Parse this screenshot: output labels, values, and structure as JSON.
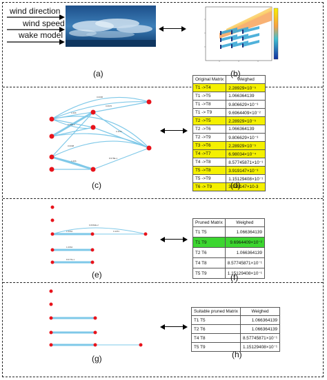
{
  "inputs": {
    "wind_direction": "wind direction",
    "wind_speed": "wind speed",
    "wake_model": "wake model"
  },
  "panel_labels": {
    "a": "(a)",
    "b": "(b)",
    "c": "(c)",
    "d": "(d)",
    "e": "(e)",
    "f": "(f)",
    "g": "(g)",
    "h": "(h)"
  },
  "colors": {
    "highlight_yellow": "#f4f000",
    "highlight_green": "#3cd630",
    "node_red": "#e8131b",
    "edge_blue": "#7ec8e8"
  },
  "table_d": {
    "header": "Original Matrix",
    "header2": "Weighed",
    "rows": [
      {
        "pair": "T1 ->T4",
        "value": "2.28929×10⁻⁵",
        "highlight": true
      },
      {
        "pair": "T1 ->T5",
        "value": "1.066364139",
        "highlight": false
      },
      {
        "pair": "T1 ->T8",
        "value": "9.806629×10⁻³",
        "highlight": false
      },
      {
        "pair": "T1 -> T9",
        "value": "9.6964409×10⁻²",
        "highlight": false
      },
      {
        "pair": "T2 ->T5",
        "value": "2.28929×10⁻⁵",
        "highlight": true
      },
      {
        "pair": "T2 ->T6",
        "value": "1.066364139",
        "highlight": false
      },
      {
        "pair": "T2 ->T9",
        "value": "9.806629×10⁻³",
        "highlight": false
      },
      {
        "pair": "T3 ->T6",
        "value": "2.28929×10⁻⁵",
        "highlight": true
      },
      {
        "pair": "T4 ->T7",
        "value": "6.98034×10⁻⁴",
        "highlight": true
      },
      {
        "pair": "T4 ->T8",
        "value": "8.57745871×10⁻¹",
        "highlight": false
      },
      {
        "pair": "T5 ->T8",
        "value": "3.919147×10⁻³",
        "highlight": true
      },
      {
        "pair": "T5 ->T9",
        "value": "1.15129408×10⁻¹",
        "highlight": false
      },
      {
        "pair": "T6 -> T9",
        "value": "3.919147×10-3",
        "highlight": true
      }
    ]
  },
  "table_f": {
    "header": "Pruned Matrix",
    "header2": "Weighed",
    "rows": [
      {
        "pair": "T1    T5",
        "value": "1.066364139",
        "highlight": false
      },
      {
        "pair": "T1    T9",
        "value": "9.6964409×10⁻²",
        "highlight": true
      },
      {
        "pair": "T2    T6",
        "value": "1.066364139",
        "highlight": false
      },
      {
        "pair": "T4    T8",
        "value": "8.57745871×10⁻¹",
        "highlight": false
      },
      {
        "pair": "T5    T9",
        "value": "1.15129408×10⁻¹",
        "highlight": false
      }
    ]
  },
  "table_h": {
    "header": "Suitable pruned Matrix",
    "header2": "Weighed",
    "rows": [
      {
        "pair": "T1    T5",
        "value": "1.066364139"
      },
      {
        "pair": "T2    T6",
        "value": "1.066364139"
      },
      {
        "pair": "T4    T8",
        "value": "8.57745871×10⁻¹"
      },
      {
        "pair": "T5    T9",
        "value": "1.15129408×10⁻¹"
      }
    ]
  }
}
